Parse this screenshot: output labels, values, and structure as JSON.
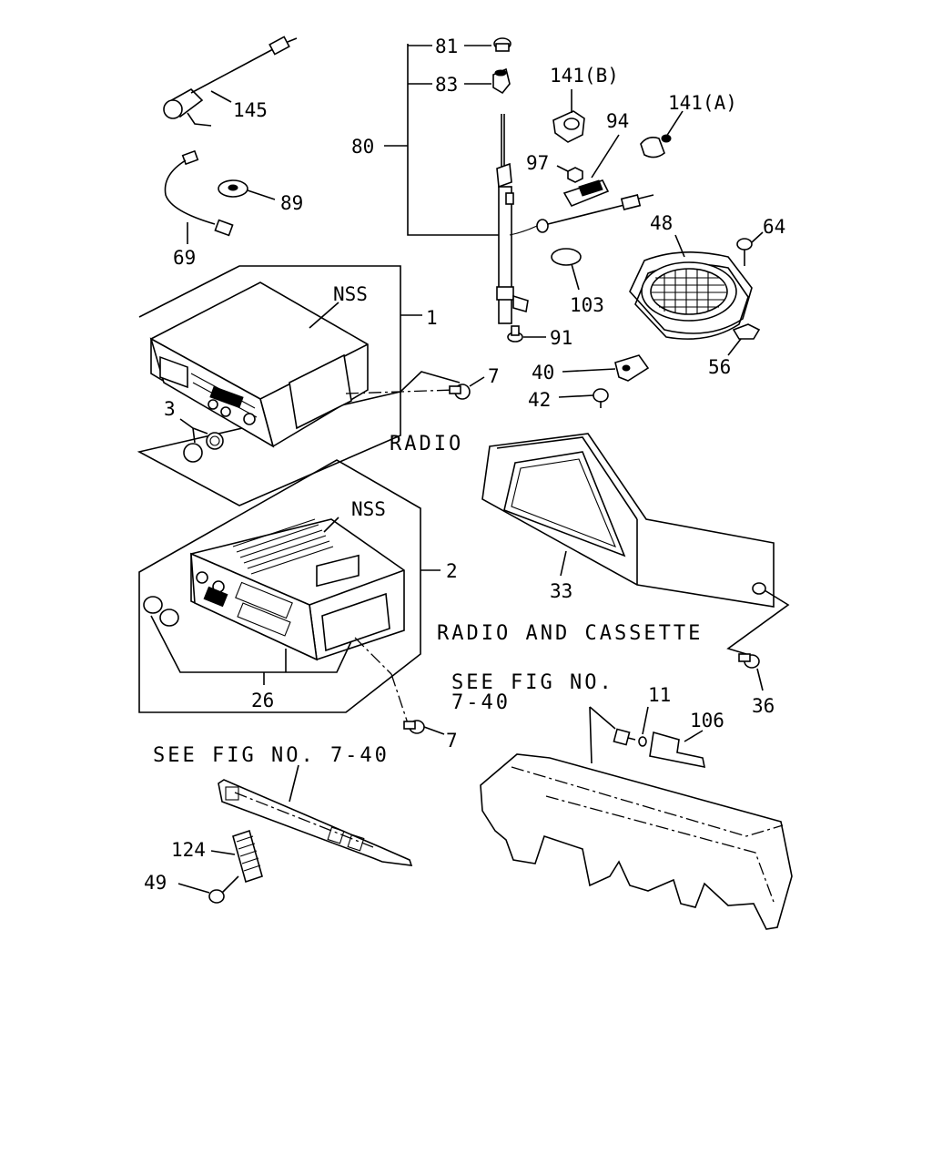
{
  "callouts": {
    "p81": "81",
    "p83": "83",
    "p80": "80",
    "p141b": "141(B)",
    "p141a": "141(A)",
    "p94": "94",
    "p97": "97",
    "p145": "145",
    "p89": "89",
    "p69": "69",
    "p48": "48",
    "p64": "64",
    "p103": "103",
    "p91": "91",
    "p56": "56",
    "p1": "1",
    "p7a": "7",
    "p40": "40",
    "p42": "42",
    "p3": "3",
    "p2": "2",
    "p33": "33",
    "p26": "26",
    "p36": "36",
    "p7b": "7",
    "p11": "11",
    "p106": "106",
    "p124": "124",
    "p49": "49"
  },
  "labels": {
    "nss_1": "NSS",
    "nss_2": "NSS",
    "radio": "RADIO",
    "radio_cassette": "RADIO AND CASSETTE",
    "see_fig_1_line1": "SEE FIG NO.",
    "see_fig_1_line2": "7-40",
    "see_fig_2": "SEE FIG NO. 7-40"
  }
}
